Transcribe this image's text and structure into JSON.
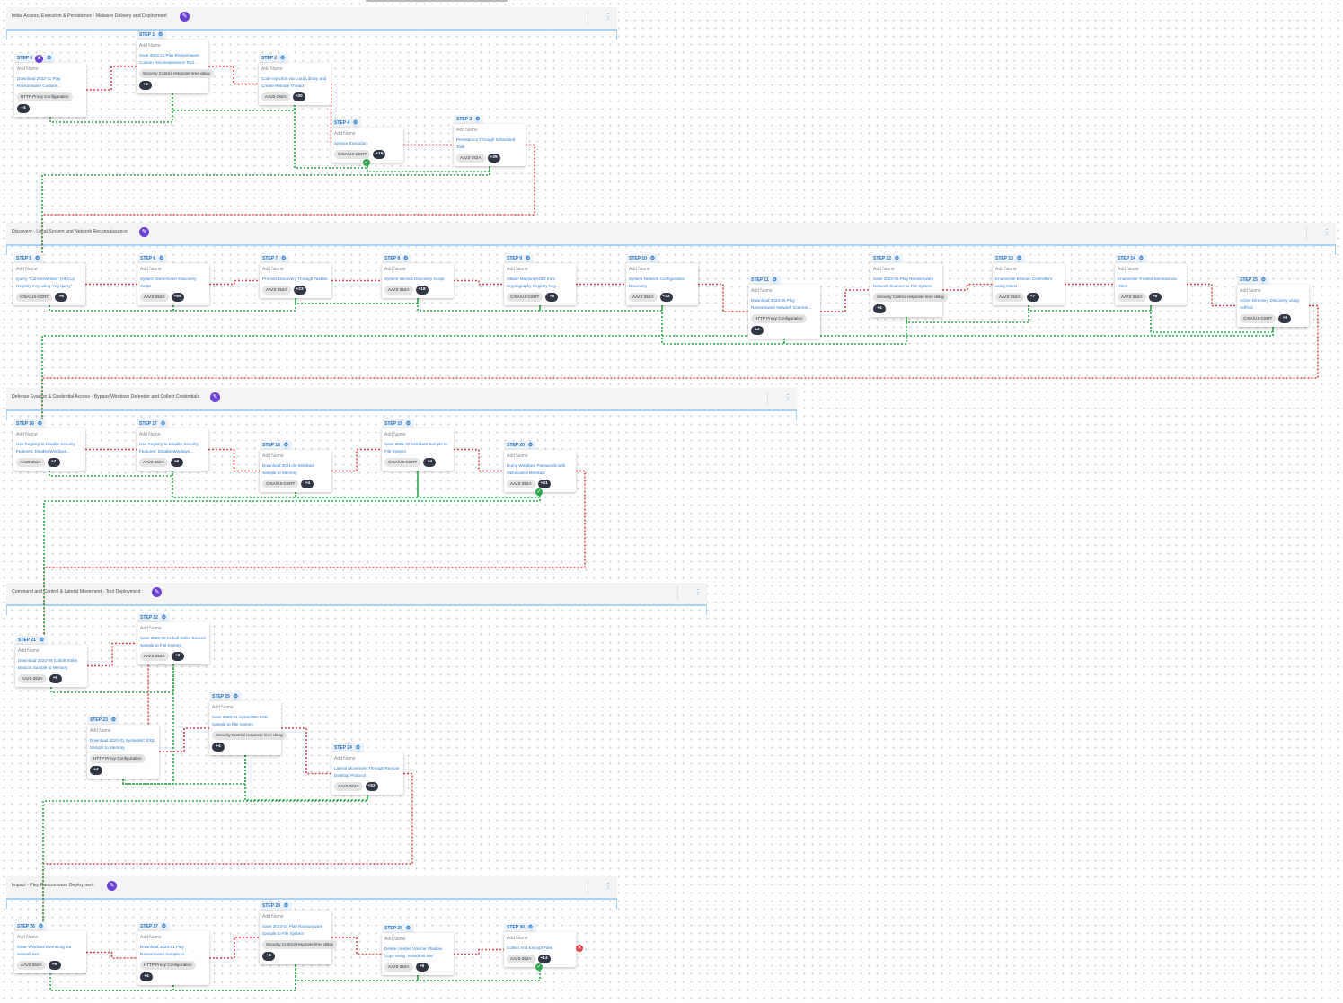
{
  "colors": {
    "success_line": "#2aa84a",
    "fail_line": "#e5464b",
    "link_text": "#2b7cd3",
    "accent_purple": "#6a3fd4",
    "count_badge": "#2f3542"
  },
  "labels": {
    "add_name": "Add Name",
    "step_prefix": "STEP"
  },
  "icons": {
    "edit": "✎",
    "gear": "⚙",
    "star": "★",
    "kebab": "⋮",
    "check": "✓",
    "cross": "✕"
  },
  "phases": [
    {
      "title": "Initial Access, Execution & Persistence - Malware Delivery and Deployment"
    },
    {
      "title": "Discovery - Local System and Network Reconnaissance"
    },
    {
      "title": "Defense Evasion & Credential Access - Bypass Windows Defender and Collect Credentials"
    },
    {
      "title": "Command and Control & Lateral Movement - Tool Deployment"
    },
    {
      "title": "Impact - Play Ransomware Deployment"
    }
  ],
  "steps": [
    {
      "num": 0,
      "name": "Download 2022-11 Play Ransomware Custom...",
      "tag": "HTTP Proxy Configuration",
      "count": "+4",
      "starred": true
    },
    {
      "num": 1,
      "name": "Save 2022-11 Play Ransomware Custom Reconnaissance Tool ...",
      "tag": "Security Control response time delay",
      "count": "+4"
    },
    {
      "num": 2,
      "name": "Code Injection via Load Library and Create Remote Thread",
      "tag": "AA23-352A",
      "count": "+30"
    },
    {
      "num": 4,
      "name": "Service Execution",
      "tag": "CISA/US-CERT",
      "count": "+16",
      "status": "ok"
    },
    {
      "num": 3,
      "name": "Persistence Through Scheduled Task",
      "tag": "AA23-352A",
      "count": "+39"
    },
    {
      "num": 5,
      "name": "Query \"CurrentVersion\" (HKCU) Registry Key using \"reg query\"",
      "tag": "CISA/US-CERT",
      "count": "+6"
    },
    {
      "num": 6,
      "name": "System Owner/User Discovery Script",
      "tag": "AA23-352A",
      "count": "+54"
    },
    {
      "num": 7,
      "name": "Process Discovery Through Tasklist",
      "tag": "AA23-352A",
      "count": "+23"
    },
    {
      "num": 8,
      "name": "System Service Discovery Script",
      "tag": "AA23-352A",
      "count": "+18"
    },
    {
      "num": 9,
      "name": "Obtain MachineGUID from Cryptography Registry Key...",
      "tag": "CISA/US-CERT",
      "count": "+6"
    },
    {
      "num": 10,
      "name": "System Network Configuration Discovery",
      "tag": "AA23-352A",
      "count": "+32"
    },
    {
      "num": 11,
      "name": "Download 2023-05 Play Ransomware Network Scanner...",
      "tag": "HTTP Proxy Configuration",
      "count": "+4"
    },
    {
      "num": 12,
      "name": "Save 2023-05 Play Ransomware Network Scanner to File System",
      "tag": "Security Control response time delay",
      "count": "+4"
    },
    {
      "num": 13,
      "name": "Enumerate Domain Controllers using Nltest",
      "tag": "AA23-352A",
      "count": "+7"
    },
    {
      "num": 14,
      "name": "Enumerate Trusted Domains via nltest",
      "tag": "AA23-352A",
      "count": "+8"
    },
    {
      "num": 15,
      "name": "Active Directory Discovery using AdFind",
      "tag": "CISA/US-CERT",
      "count": "+8"
    },
    {
      "num": 16,
      "name": "Use Registry to Disable Security Features: Disable Windows...",
      "tag": "AA23-352A",
      "count": "+7"
    },
    {
      "num": 17,
      "name": "Use Registry to Disable Security Features: Disable Windows...",
      "tag": "AA23-352A",
      "count": "+6"
    },
    {
      "num": 18,
      "name": "Download 2021-08 Mimikatz Sample to Memory",
      "tag": "CISA/US-CERT",
      "count": "+4"
    },
    {
      "num": 19,
      "name": "Save 2021-08 Mimikatz Sample to File System",
      "tag": "CISA/US-CERT",
      "count": "+4"
    },
    {
      "num": 20,
      "name": "Dump Windows Passwords with Obfuscated Mimikatz",
      "tag": "AA23-352A",
      "count": "+41",
      "status": "ok"
    },
    {
      "num": 21,
      "name": "Download 2022-09 Cobalt Strike Beacon Sample to Memory",
      "tag": "AA23-352A",
      "count": "+6"
    },
    {
      "num": 22,
      "name": "Save 2022-09 Cobalt Strike Beacon Sample to File System",
      "tag": "AA23-352A",
      "count": "+6"
    },
    {
      "num": 23,
      "name": "Download 2023-01 SystemBC EXE Sample to Memory",
      "tag": "HTTP Proxy Configuration",
      "count": "+4"
    },
    {
      "num": 25,
      "name": "Save 2023-01 SystemBC EXE Sample to File System",
      "tag": "Security Control response time delay",
      "count": "+4"
    },
    {
      "num": 24,
      "name": "Lateral Movement Through Remote Desktop Protocol",
      "tag": "AA23-352A",
      "count": "+52"
    },
    {
      "num": 26,
      "name": "Clear Windows Event Log via wevtutil.exe",
      "tag": "AA23-352A",
      "count": "+9"
    },
    {
      "num": 27,
      "name": "Download 2023-01 Play Ransomware Sample to...",
      "tag": "HTTP Proxy Configuration",
      "count": "+4"
    },
    {
      "num": 28,
      "name": "Save 2023-01 Play Ransomware Sample to File System",
      "tag": "Security Control response time delay",
      "count": "+4"
    },
    {
      "num": 29,
      "name": "Delete created Volume Shadow Copy using \"vssadmin.exe\"",
      "tag": "AA23-352A",
      "count": "+5"
    },
    {
      "num": 30,
      "name": "Collect And Encrypt Files",
      "tag": "AA23-352A",
      "count": "+14",
      "status": "ok",
      "fail_badge": true
    }
  ]
}
